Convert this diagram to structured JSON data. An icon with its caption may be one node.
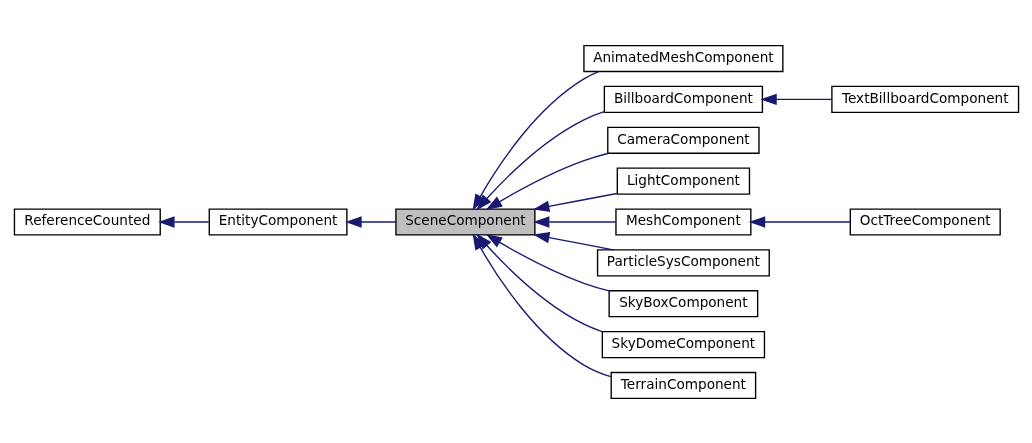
{
  "diagram": {
    "nodes": [
      {
        "text": [
          "ReferenceCounted"
        ]
      },
      {
        "text": [
          "EntityComponent"
        ]
      },
      {
        "text": [
          "SceneComponent"
        ]
      },
      {
        "text": [
          "AnimatedMeshComponent"
        ]
      },
      {
        "text": [
          "BillboardComponent"
        ]
      },
      {
        "text": [
          "TextBillboardComponent"
        ]
      },
      {
        "text": [
          "CameraComponent"
        ]
      },
      {
        "text": [
          "LightComponent"
        ]
      },
      {
        "text": [
          "MeshComponent"
        ]
      },
      {
        "text": [
          "OctTreeComponent"
        ]
      },
      {
        "text": [
          "ParticleSysComponent"
        ]
      },
      {
        "text": [
          "SkyBoxComponent"
        ]
      },
      {
        "text": [
          "SkyDomeComponent"
        ]
      },
      {
        "text": [
          "TerrainComponent"
        ]
      }
    ],
    "edges": [
      {
        "from": 1,
        "to": 0,
        "arrow": "to"
      },
      {
        "from": 2,
        "to": 1,
        "arrow": "to"
      },
      {
        "from": 3,
        "to": 2,
        "arrow": "to"
      },
      {
        "from": 4,
        "to": 2,
        "arrow": "to"
      },
      {
        "from": 5,
        "to": 4,
        "arrow": "to"
      },
      {
        "from": 6,
        "to": 2,
        "arrow": "to"
      },
      {
        "from": 7,
        "to": 2,
        "arrow": "to"
      },
      {
        "from": 8,
        "to": 2,
        "arrow": "to"
      },
      {
        "from": 9,
        "to": 8,
        "arrow": "to"
      },
      {
        "from": 10,
        "to": 2,
        "arrow": "to"
      },
      {
        "from": 11,
        "to": 2,
        "arrow": "to"
      },
      {
        "from": 12,
        "to": 2,
        "arrow": "to"
      },
      {
        "from": 13,
        "to": 2,
        "arrow": "to"
      }
    ]
  }
}
